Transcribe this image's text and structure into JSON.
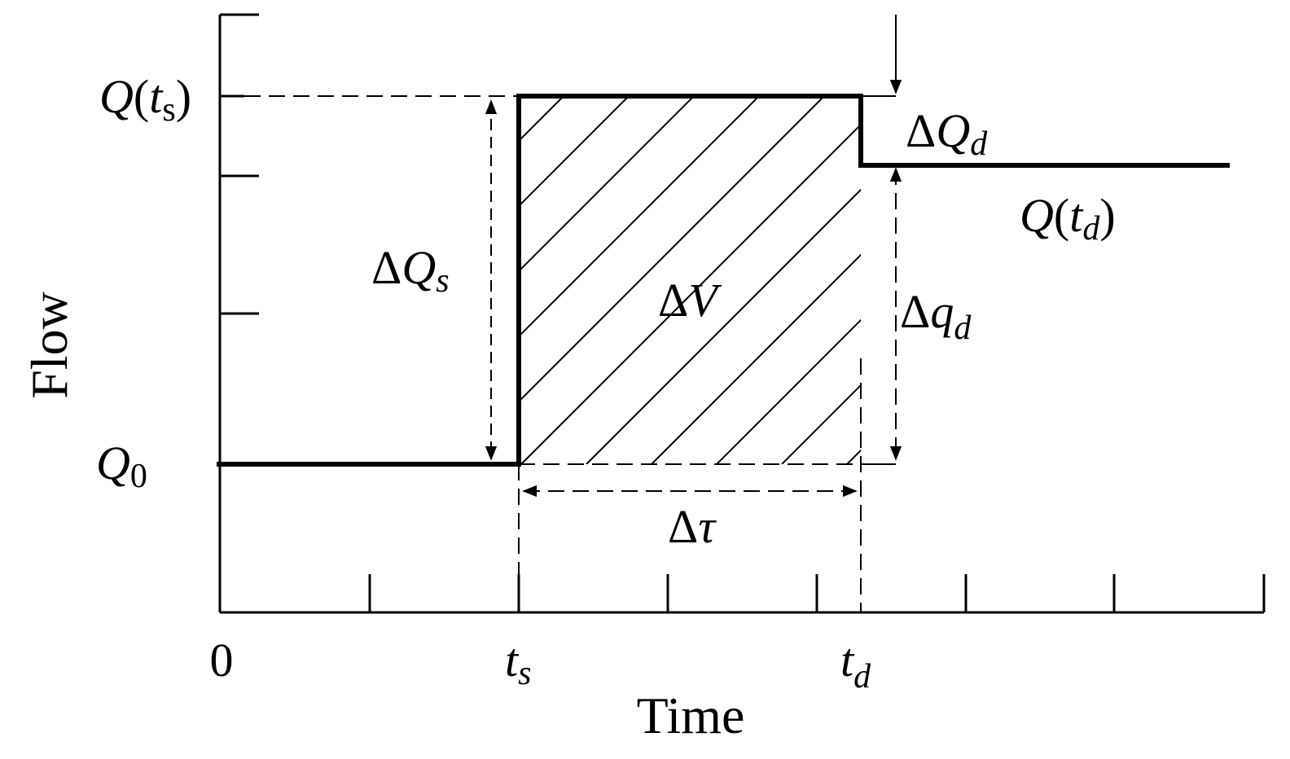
{
  "axes": {
    "x_title": "Time",
    "y_title": "Flow",
    "x_ticks": {
      "origin": "0",
      "ts": "t",
      "ts_sub": "s",
      "td": "t",
      "td_sub": "d"
    },
    "y_ticks": {
      "q0": "Q",
      "q0_sub": "0",
      "qts": "Q",
      "qts_sub": "s"
    }
  },
  "labels": {
    "delta_qs": {
      "delta": "Δ",
      "var": "Q",
      "sub": "s"
    },
    "delta_qd": {
      "delta": "Δ",
      "var": "Q",
      "sub": "d"
    },
    "delta_qd_small": {
      "delta": "Δ",
      "var": "q",
      "sub": "d"
    },
    "delta_v": {
      "delta": "Δ",
      "var": "V"
    },
    "delta_tau": {
      "delta": "Δ",
      "var": "τ"
    },
    "q_td": {
      "var": "Q",
      "sub": "d"
    }
  },
  "colors": {
    "ink": "#000000",
    "paper": "#ffffff"
  }
}
